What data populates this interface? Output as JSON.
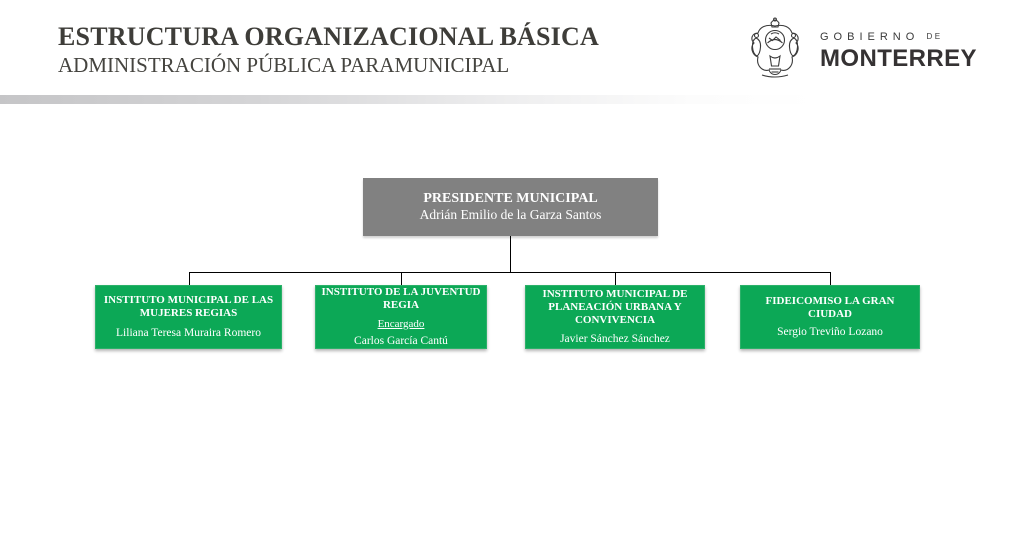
{
  "header": {
    "title": "ESTRUCTURA ORGANIZACIONAL BÁSICA",
    "subtitle": "ADMINISTRACIÓN PÚBLICA PARAMUNICIPAL"
  },
  "logo": {
    "government": "GOBIERNO",
    "de": "DE",
    "city": "MONTERREY",
    "crest_icon": "monterrey-coat-of-arms"
  },
  "colors": {
    "title_text": "#3E3D39",
    "root_box_bg": "#818181",
    "child_box_bg": "#0CA856",
    "box_text": "#FFFFFF",
    "connector_line": "#000000",
    "divider_bar_start": "#C5C5C7"
  },
  "org_chart": {
    "root": {
      "title": "PRESIDENTE MUNICIPAL",
      "name": "Adrián Emilio de la Garza Santos"
    },
    "children": [
      {
        "title": "INSTITUTO MUNICIPAL DE LAS MUJERES REGIAS",
        "name": "Liliana Teresa Muraira Romero"
      },
      {
        "title": "INSTITUTO DE LA JUVENTUD REGIA",
        "role": "Encargado",
        "name": "Carlos García Cantú"
      },
      {
        "title": "INSTITUTO MUNICIPAL DE PLANEACIÓN URBANA Y CONVIVENCIA",
        "name": "Javier Sánchez Sánchez"
      },
      {
        "title": "FIDEICOMISO LA GRAN CIUDAD",
        "name": "Sergio Treviño Lozano"
      }
    ]
  }
}
